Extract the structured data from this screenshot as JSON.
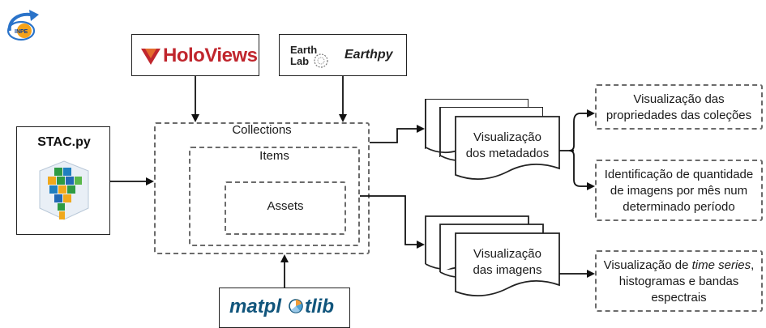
{
  "logo": {
    "name": "INPE",
    "text": "INPE"
  },
  "top_libs": {
    "holoviews": {
      "text": "HoloViews"
    },
    "earthpy": {
      "lab_line1": "Earth",
      "lab_line2": "Lab",
      "text": "Earthpy"
    }
  },
  "bottom_lib": {
    "text_part1": "matpl",
    "text_part2": "tlib"
  },
  "stac": {
    "title": "STAC.py"
  },
  "nested": {
    "collections": "Collections",
    "items": "Items",
    "assets": "Assets"
  },
  "doc_stacks": {
    "metadados": {
      "line1": "Visualização",
      "line2": "dos metadados"
    },
    "imagens": {
      "line1": "Visualização",
      "line2": "das imagens"
    }
  },
  "outputs": {
    "box1": {
      "line1": "Visualização das",
      "line2": "propriedades das coleções"
    },
    "box2": {
      "line1": "Identificação de quantidade",
      "line2": "de imagens por mês num",
      "line3": "determinado período"
    },
    "box3": {
      "line1_prefix": "Visualização de ",
      "line1_italic": "time series",
      "line1_suffix": ",",
      "line2": "histogramas e bandas",
      "line3": "espectrais"
    }
  },
  "colors": {
    "holoviews_red": "#c0262d",
    "matplotlib_blue": "#11557c",
    "dash_gray": "#6b6b6b",
    "logo_blue": "#2a73c9"
  }
}
